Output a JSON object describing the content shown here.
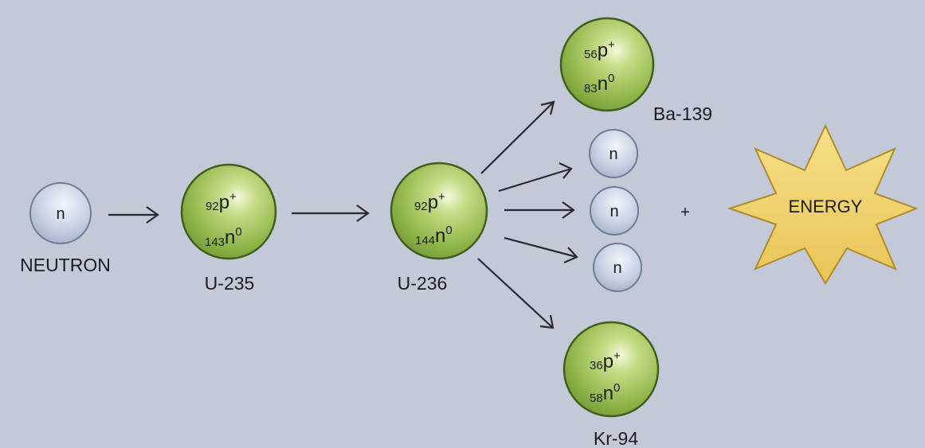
{
  "neutron_symbol": "n",
  "neutron_label": "NEUTRON",
  "u235": {
    "protons": "92",
    "neutrons": "143",
    "p_symbol": "p",
    "p_charge": "+",
    "n_symbol": "n",
    "n_charge": "0",
    "label": "U-235"
  },
  "u236": {
    "protons": "92",
    "neutrons": "144",
    "p_symbol": "p",
    "p_charge": "+",
    "n_symbol": "n",
    "n_charge": "0",
    "label": "U-236"
  },
  "ba139": {
    "protons": "56",
    "neutrons": "83",
    "p_symbol": "p",
    "p_charge": "+",
    "n_symbol": "n",
    "n_charge": "0",
    "label": "Ba-139"
  },
  "kr94": {
    "protons": "36",
    "neutrons": "58",
    "p_symbol": "p",
    "p_charge": "+",
    "n_symbol": "n",
    "n_charge": "0",
    "label": "Kr-94"
  },
  "released_neutrons": [
    "n",
    "n",
    "n"
  ],
  "plus": "+",
  "energy_label": "ENERGY",
  "colors": {
    "background": "#c3c9d7",
    "nucleus": "#8fb548",
    "nucleus_edge": "#3f5f1c",
    "neutron": "#c8d2e4",
    "neutron_edge": "#6d7c98",
    "energy": "#f0d26a",
    "energy_edge": "#b08b2a"
  }
}
